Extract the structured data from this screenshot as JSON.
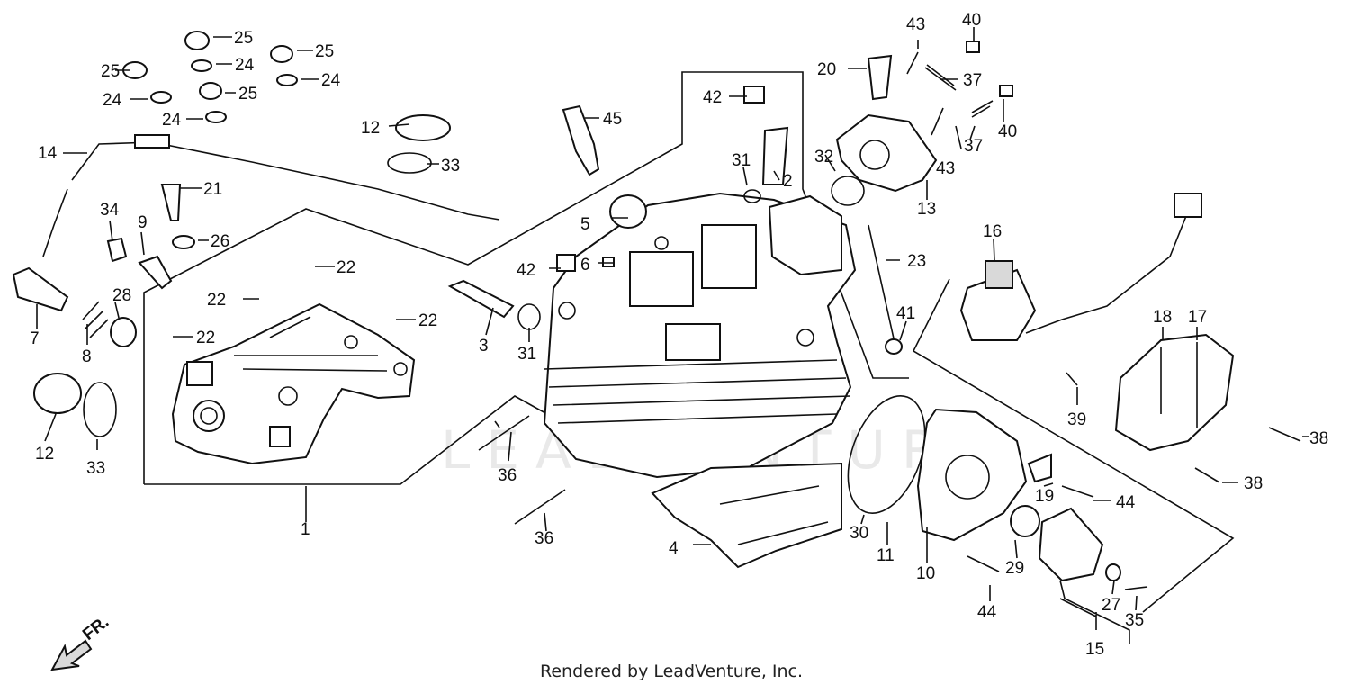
{
  "credit": "Rendered by LeadVenture, Inc.",
  "watermark": "LEADVENTURE",
  "direction_label": "FR.",
  "callouts": [
    {
      "id": "c1",
      "text": "1"
    },
    {
      "id": "c2",
      "text": "2"
    },
    {
      "id": "c3",
      "text": "3"
    },
    {
      "id": "c4",
      "text": "4"
    },
    {
      "id": "c5",
      "text": "5"
    },
    {
      "id": "c6",
      "text": "6"
    },
    {
      "id": "c7",
      "text": "7"
    },
    {
      "id": "c8",
      "text": "8"
    },
    {
      "id": "c9",
      "text": "9"
    },
    {
      "id": "c10",
      "text": "10"
    },
    {
      "id": "c11",
      "text": "11"
    },
    {
      "id": "c12a",
      "text": "12"
    },
    {
      "id": "c12b",
      "text": "12"
    },
    {
      "id": "c13",
      "text": "13"
    },
    {
      "id": "c14",
      "text": "14"
    },
    {
      "id": "c15",
      "text": "15"
    },
    {
      "id": "c16",
      "text": "16"
    },
    {
      "id": "c17",
      "text": "17"
    },
    {
      "id": "c18",
      "text": "18"
    },
    {
      "id": "c19",
      "text": "19"
    },
    {
      "id": "c20",
      "text": "20"
    },
    {
      "id": "c21",
      "text": "21"
    },
    {
      "id": "c22a",
      "text": "22"
    },
    {
      "id": "c22b",
      "text": "22"
    },
    {
      "id": "c22c",
      "text": "22"
    },
    {
      "id": "c22d",
      "text": "22"
    },
    {
      "id": "c23",
      "text": "23"
    },
    {
      "id": "c24a",
      "text": "24"
    },
    {
      "id": "c24b",
      "text": "24"
    },
    {
      "id": "c24c",
      "text": "24"
    },
    {
      "id": "c24d",
      "text": "24"
    },
    {
      "id": "c25a",
      "text": "25"
    },
    {
      "id": "c25b",
      "text": "25"
    },
    {
      "id": "c25c",
      "text": "25"
    },
    {
      "id": "c25d",
      "text": "25"
    },
    {
      "id": "c26",
      "text": "26"
    },
    {
      "id": "c27",
      "text": "27"
    },
    {
      "id": "c28",
      "text": "28"
    },
    {
      "id": "c29",
      "text": "29"
    },
    {
      "id": "c30",
      "text": "30"
    },
    {
      "id": "c31a",
      "text": "31"
    },
    {
      "id": "c31b",
      "text": "31"
    },
    {
      "id": "c32",
      "text": "32"
    },
    {
      "id": "c33a",
      "text": "33"
    },
    {
      "id": "c33b",
      "text": "33"
    },
    {
      "id": "c34",
      "text": "34"
    },
    {
      "id": "c35",
      "text": "35"
    },
    {
      "id": "c36a",
      "text": "36"
    },
    {
      "id": "c36b",
      "text": "36"
    },
    {
      "id": "c37a",
      "text": "37"
    },
    {
      "id": "c37b",
      "text": "37"
    },
    {
      "id": "c38a",
      "text": "38"
    },
    {
      "id": "c38b",
      "text": "38"
    },
    {
      "id": "c39",
      "text": "39"
    },
    {
      "id": "c40a",
      "text": "40"
    },
    {
      "id": "c40b",
      "text": "40"
    },
    {
      "id": "c41",
      "text": "41"
    },
    {
      "id": "c42a",
      "text": "42"
    },
    {
      "id": "c42b",
      "text": "42"
    },
    {
      "id": "c43a",
      "text": "43"
    },
    {
      "id": "c43b",
      "text": "43"
    },
    {
      "id": "c44a",
      "text": "44"
    },
    {
      "id": "c44b",
      "text": "44"
    },
    {
      "id": "c45",
      "text": "45"
    }
  ]
}
